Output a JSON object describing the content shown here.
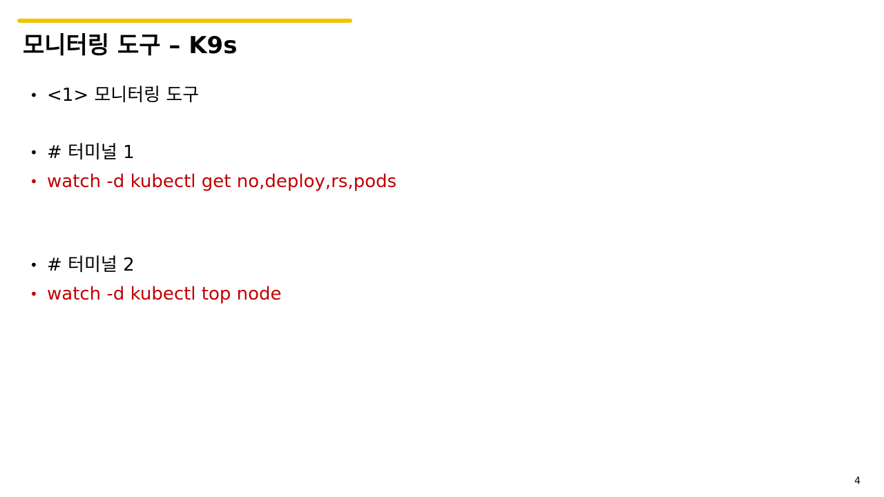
{
  "slide": {
    "title": "모니터링 도구 – K9s",
    "accent_color": "#F5C300",
    "text_color": "#000000",
    "command_color": "#C00000",
    "bullet_glyph": "•",
    "bullets": [
      {
        "text": "<1> 모니터링 도구",
        "kind": "normal"
      },
      {
        "text": "# 터미널 1",
        "kind": "normal"
      },
      {
        "text": "watch -d kubectl get no,deploy,rs,pods",
        "kind": "command"
      },
      {
        "text": "# 터미널 2",
        "kind": "normal"
      },
      {
        "text": "watch -d kubectl top node",
        "kind": "command"
      }
    ],
    "page_number": "4"
  }
}
